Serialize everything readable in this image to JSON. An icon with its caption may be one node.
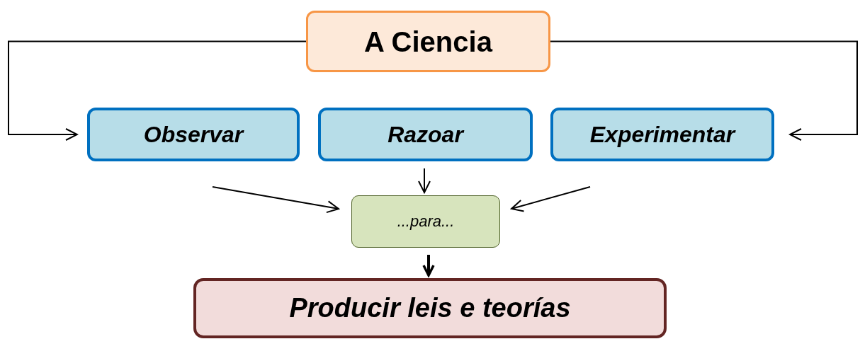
{
  "diagram": {
    "nodes": [
      {
        "text": [
          "A Ciencia"
        ]
      },
      {
        "text": [
          "Observar"
        ]
      },
      {
        "text": [
          "Razoar"
        ]
      },
      {
        "text": [
          "Experimentar"
        ]
      },
      {
        "text": [
          "...para..."
        ]
      },
      {
        "text": [
          "Producir leis e teorías"
        ]
      }
    ],
    "edges": [
      {
        "from": 0,
        "to": 1,
        "arrow": "to"
      },
      {
        "from": 0,
        "to": 3,
        "arrow": "to"
      },
      {
        "from": 1,
        "to": 4,
        "arrow": "to"
      },
      {
        "from": 2,
        "to": 4,
        "arrow": "to"
      },
      {
        "from": 3,
        "to": 4,
        "arrow": "to"
      },
      {
        "from": 4,
        "to": 5,
        "arrow": "to",
        "style": "thick"
      }
    ]
  }
}
